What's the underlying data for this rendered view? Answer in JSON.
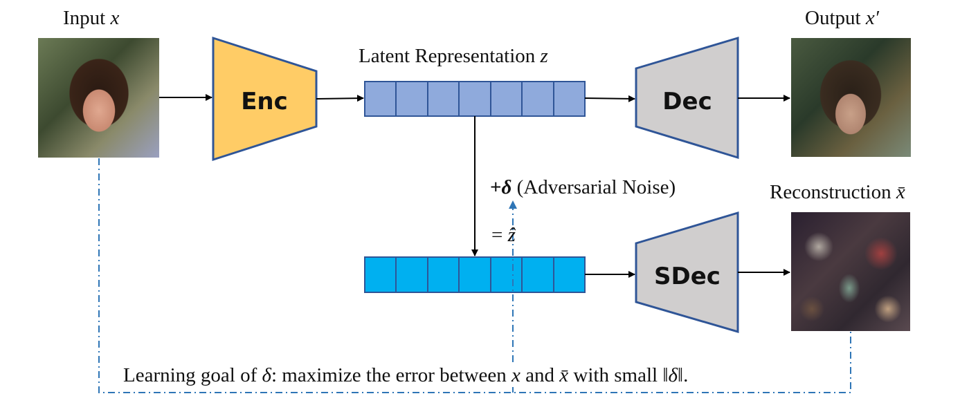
{
  "labels": {
    "input": "Input",
    "input_var": "x",
    "output": "Output",
    "output_var": "x′",
    "latent": "Latent Representation",
    "latent_var": "z",
    "reconstruction": "Reconstruction",
    "recon_var": "x̄",
    "noise_prefix": "+",
    "noise_var": "δ",
    "noise_text": "(Adversarial Noise)",
    "zhat_eq": "=",
    "zhat_var": "ẑ",
    "goal_a": "Learning goal of",
    "goal_b": "δ",
    "goal_c": ": maximize the error between",
    "goal_d": "x",
    "goal_e": "and",
    "goal_f": "x̄",
    "goal_g": "with small",
    "goal_h": "‖δ‖",
    "goal_i": "."
  },
  "blocks": {
    "encoder": "Enc",
    "decoder": "Dec",
    "sdecoder": "SDec"
  },
  "colors": {
    "enc_fill": "#FFCC66",
    "dec_fill": "#D0CECE",
    "latent_fill": "#8FAADC",
    "perturbed_fill": "#00B0F0",
    "outline": "#2F5597",
    "dashed": "#2E75B6"
  }
}
